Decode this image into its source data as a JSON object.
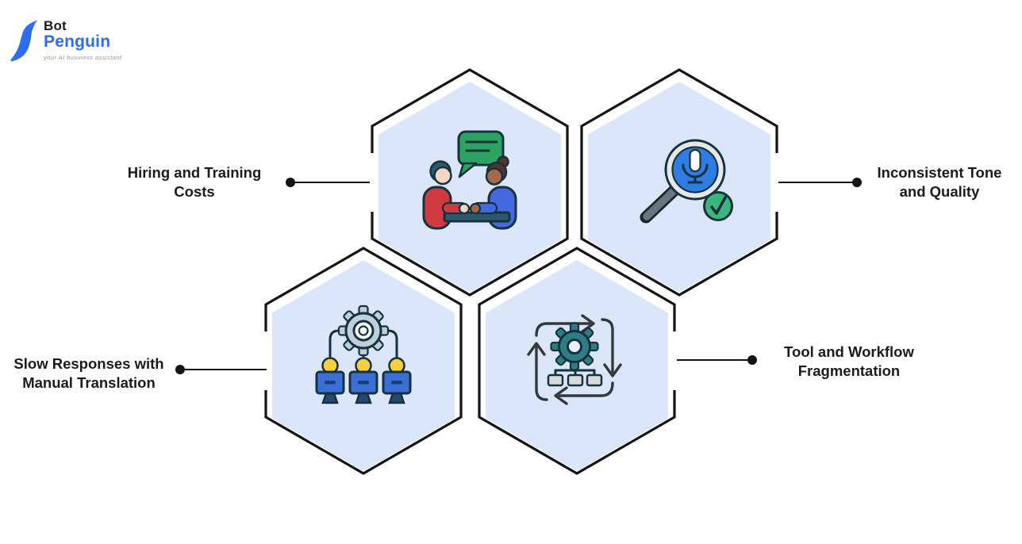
{
  "logo": {
    "bot": "Bot",
    "penguin": "Penguin",
    "tagline": "your AI business assistant",
    "icon": "penguin-icon"
  },
  "colors": {
    "brand_blue": "#2e6cf0",
    "hexagon_fill": "#dce6fb",
    "outline_black": "#141414",
    "label_text": "#1b1b1d",
    "bubble_green": "#2ca263",
    "lens_blue": "#2e7de2",
    "check_green": "#3ab77e",
    "gear_teal": "#2e7d85",
    "gear_steel": "#bdd0dc",
    "monitor_blue": "#3c6fd6",
    "head_yellow": "#f6cf3f",
    "shirt_red": "#cf3a40",
    "shirt_blue": "#4468e0"
  },
  "items": [
    {
      "id": "hiring-costs",
      "line1": "Hiring and Training",
      "line2": "Costs",
      "icon": "conversation-icon",
      "side": "left"
    },
    {
      "id": "tone-quality",
      "line1": "Inconsistent Tone",
      "line2": "and Quality",
      "icon": "voice-search-check-icon",
      "side": "right"
    },
    {
      "id": "slow-responses",
      "line1": "Slow Responses with",
      "line2": "Manual Translation",
      "icon": "team-workstations-icon",
      "side": "left"
    },
    {
      "id": "fragmentation",
      "line1": "Tool and Workflow",
      "line2": "Fragmentation",
      "icon": "workflow-cycle-icon",
      "side": "right"
    }
  ]
}
